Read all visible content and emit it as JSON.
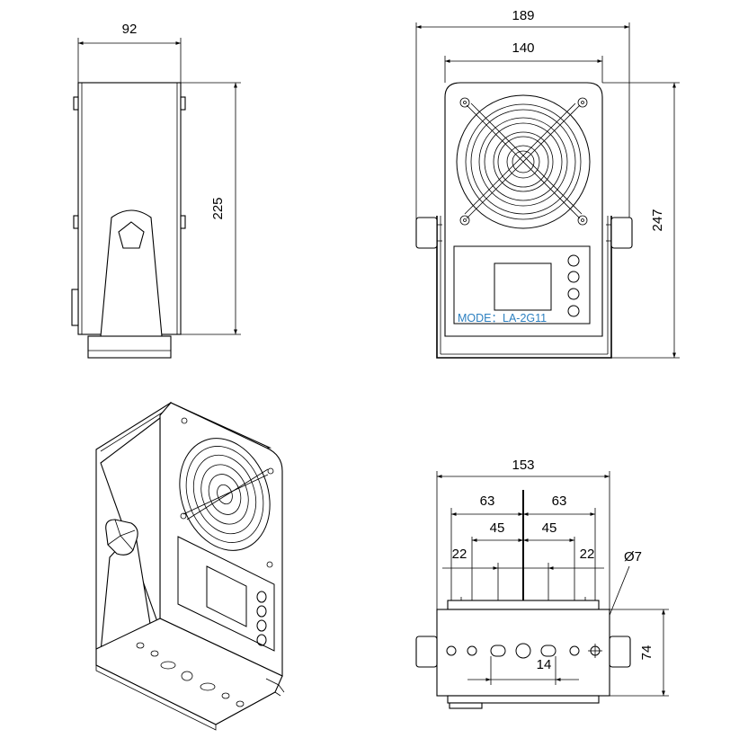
{
  "side_view": {
    "width_dim": "92",
    "height_dim": "225"
  },
  "front_view": {
    "overall_width_dim": "189",
    "body_width_dim": "140",
    "height_dim": "247",
    "model_label": "MODE：LA-2G11"
  },
  "bottom_view": {
    "overall_dim": "153",
    "left_63": "63",
    "right_63": "63",
    "left_45": "45",
    "right_45": "45",
    "left_22": "22",
    "right_22": "22",
    "hole_dim": "Ø7",
    "slot_dim": "14",
    "depth_dim": "74"
  },
  "colors": {
    "line": "#000000",
    "model_label": "#2b7fc0",
    "background": "#ffffff"
  }
}
